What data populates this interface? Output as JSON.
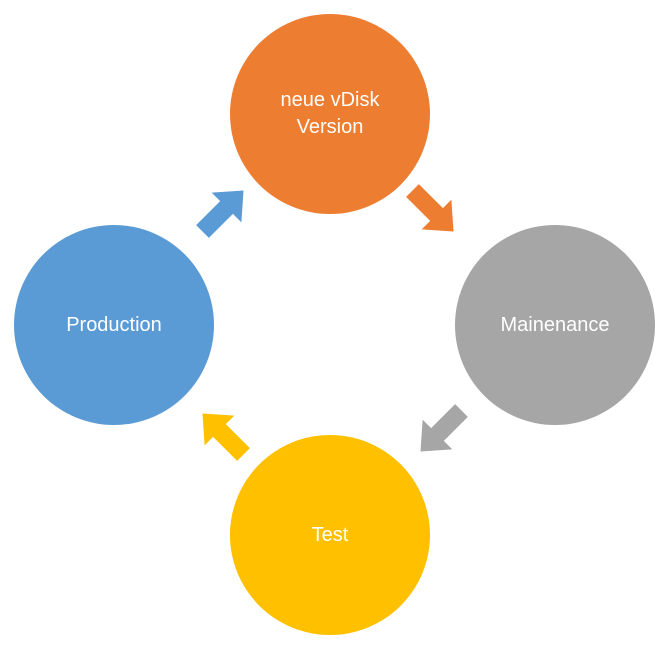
{
  "diagram": {
    "type": "cycle",
    "background": "#ffffff",
    "nodes": [
      {
        "id": "new-vdisk-version",
        "label": "neue vDisk Version",
        "color": "#ED7D31",
        "text_color": "#ffffff",
        "position": "top"
      },
      {
        "id": "maintenance",
        "label": "Mainenance",
        "color": "#A6A6A6",
        "text_color": "#ffffff",
        "position": "right"
      },
      {
        "id": "test",
        "label": "Test",
        "color": "#FFC000",
        "text_color": "#ffffff",
        "position": "bottom"
      },
      {
        "id": "production",
        "label": "Production",
        "color": "#5B9BD5",
        "text_color": "#ffffff",
        "position": "left"
      }
    ],
    "arrows": [
      {
        "from": "new-vdisk-version",
        "to": "maintenance",
        "color": "#ED7D31",
        "direction": "southeast"
      },
      {
        "from": "maintenance",
        "to": "test",
        "color": "#A6A6A6",
        "direction": "southwest"
      },
      {
        "from": "test",
        "to": "production",
        "color": "#FFC000",
        "direction": "northwest"
      },
      {
        "from": "production",
        "to": "new-vdisk-version",
        "color": "#5B9BD5",
        "direction": "northeast"
      }
    ]
  }
}
